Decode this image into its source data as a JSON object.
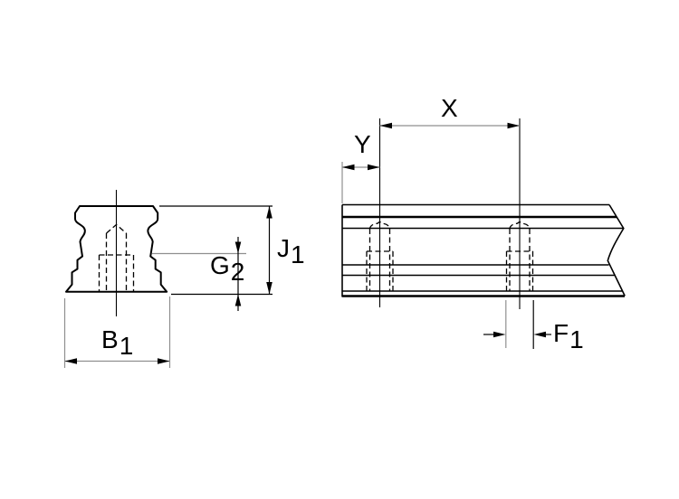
{
  "drawing": {
    "type": "engineering-dimension-drawing",
    "views": {
      "cross_section": "rail-end-cross-section",
      "side": "rail-side-elevation-with-mounting-holes"
    },
    "colors": {
      "background": "#ffffff",
      "object_line": "#000000",
      "dim_line_gray": "#8f8f8f"
    },
    "labels": {
      "B1": {
        "main": "B",
        "sub": "1"
      },
      "G2": {
        "main": "G",
        "sub": "2"
      },
      "J1": {
        "main": "J",
        "sub": "1"
      },
      "X": {
        "main": "X",
        "sub": ""
      },
      "Y": {
        "main": "Y",
        "sub": ""
      },
      "F1": {
        "main": "F",
        "sub": "1"
      }
    }
  }
}
